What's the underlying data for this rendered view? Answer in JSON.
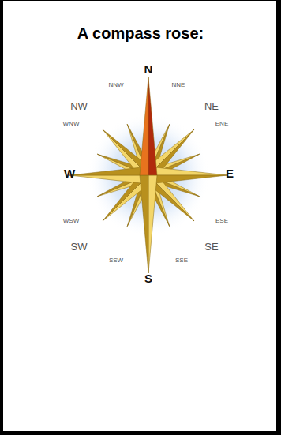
{
  "diagram": {
    "title": "A compass rose:",
    "labels": [
      "N",
      "NNE",
      "NE",
      "ENE",
      "E",
      "ESE",
      "SE",
      "SSE",
      "S",
      "SSW",
      "SW",
      "WSW",
      "W",
      "WNW",
      "NW",
      "NNW"
    ]
  }
}
